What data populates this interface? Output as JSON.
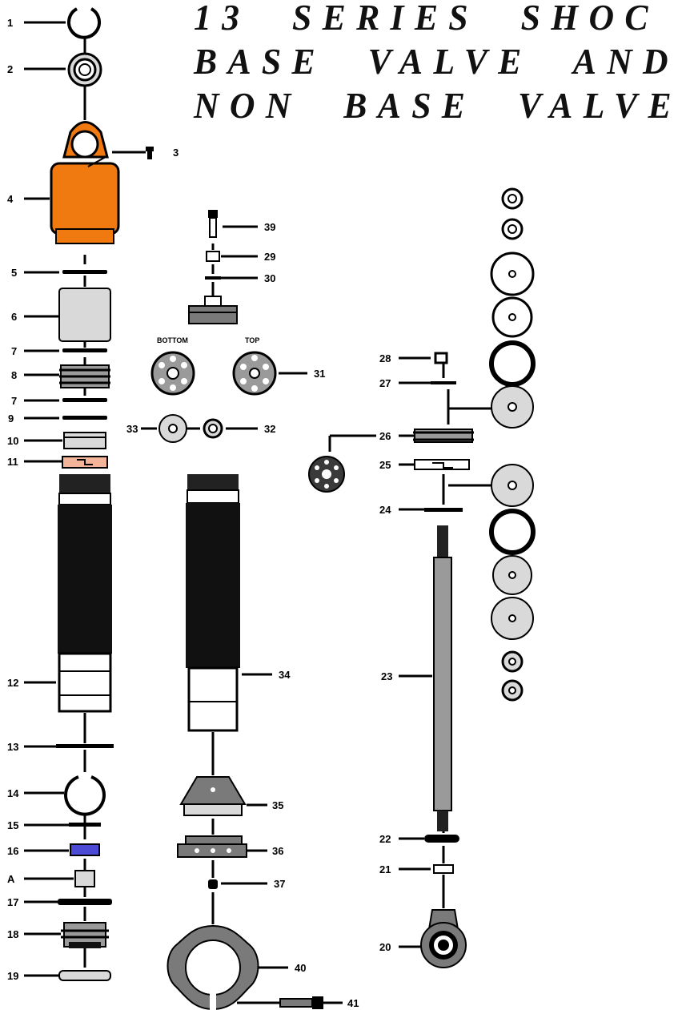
{
  "title": {
    "line1": "13 SERIES SHOC",
    "line2": "BASE VALVE AND",
    "line3": "NON BASE VALVE"
  },
  "labels": {
    "p1": "1",
    "p2": "2",
    "p3": "3",
    "p4": "4",
    "p5": "5",
    "p6": "6",
    "p7a": "7",
    "p8": "8",
    "p7b": "7",
    "p9": "9",
    "p10": "10",
    "p11": "11",
    "p12": "12",
    "p13": "13",
    "p14": "14",
    "p15": "15",
    "p16": "16",
    "pA": "A",
    "p17": "17",
    "p18": "18",
    "p19": "19",
    "p20": "20",
    "p21": "21",
    "p22": "22",
    "p23": "23",
    "p24": "24",
    "p25": "25",
    "p26": "26",
    "p27": "27",
    "p28": "28",
    "p29": "29",
    "p30": "30",
    "p31": "31",
    "p32": "32",
    "p33": "33",
    "p34": "34",
    "p35": "35",
    "p36": "36",
    "p37": "37",
    "p39": "39",
    "p40": "40",
    "p41": "41",
    "bottom": "BOTTOM",
    "top": "TOP"
  },
  "colors": {
    "body_orange": "#f07a10",
    "seal_blue": "#4b4bd6",
    "bushing_pink": "#f3b49a",
    "part_gray": "#d9d9d9",
    "dark_gray": "#8a8a8a",
    "spring_black": "#111111"
  }
}
